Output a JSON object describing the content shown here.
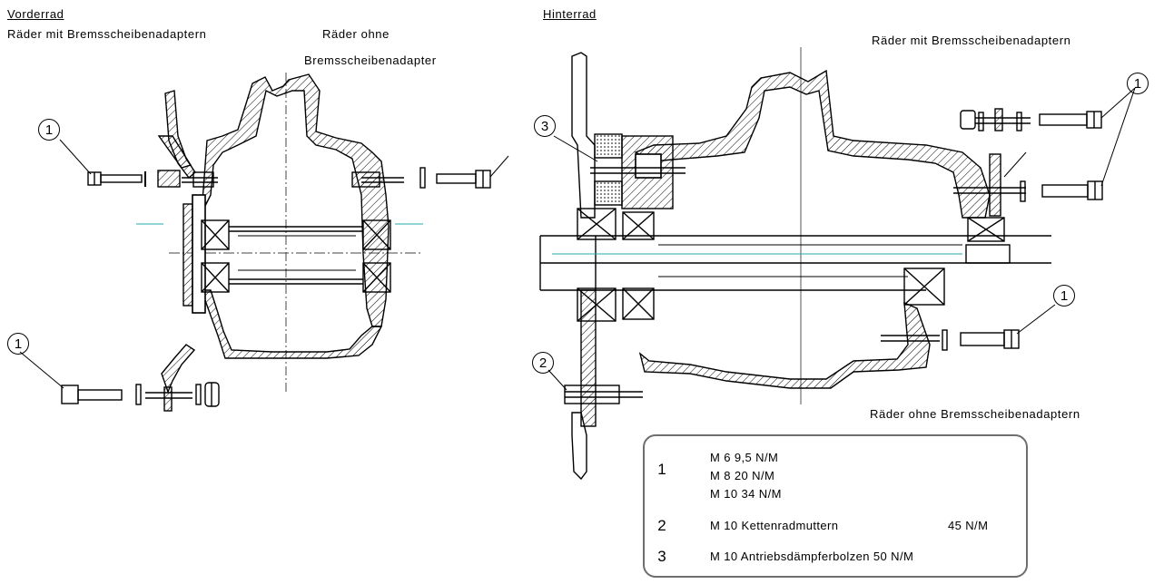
{
  "front": {
    "title": "Vorderrad",
    "with_adapter": "Räder mit Bremsscheibenadaptern",
    "without_adapter_line1": "Räder ohne",
    "without_adapter_line2": "Bremsscheibenadapter"
  },
  "rear": {
    "title": "Hinterrad",
    "with_adapter": "Räder mit Bremsscheibenadaptern",
    "without_adapter": "Räder ohne Bremsscheibenadaptern"
  },
  "callouts": {
    "one": "1",
    "two": "2",
    "three": "3"
  },
  "legend": {
    "m6": "M 6    9,5 N/M",
    "m8": "M 8     20 N/M",
    "m10": "M 10   34 N/M",
    "chain_nut": "M 10 Kettenradmuttern",
    "chain_nut_torque": "45 N/M",
    "damper_bolt": "M 10 Antriebsdämpferbolzen 50 N/M"
  }
}
